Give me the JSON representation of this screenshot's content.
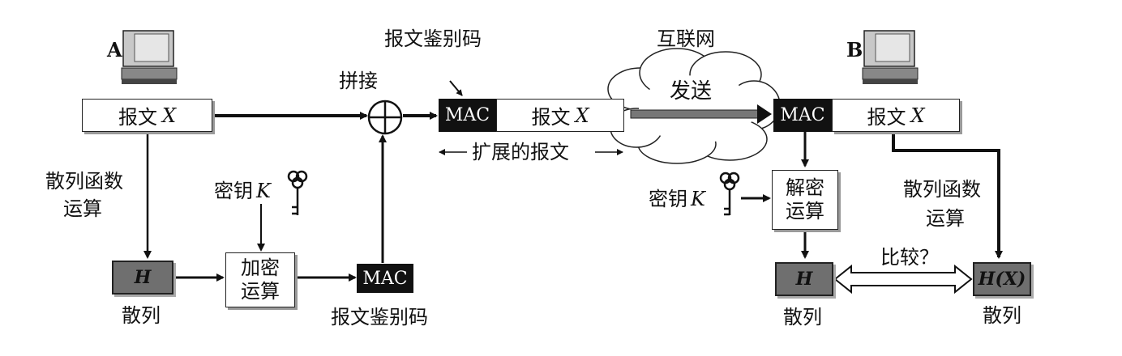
{
  "sender": {
    "name": "A",
    "message": "报文",
    "message_var": "X",
    "hash_op_line1": "散列函数",
    "hash_op_line2": "运算",
    "hash": "H",
    "hash_label": "散列",
    "key_label": "密钥",
    "key_var": "K",
    "encrypt_line1": "加密",
    "encrypt_line2": "运算",
    "mac": "MAC",
    "mac_label": "报文鉴别码"
  },
  "concat": {
    "label": "拼接"
  },
  "extended": {
    "mac_label": "报文鉴别码",
    "mac": "MAC",
    "message": "报文",
    "message_var": "X",
    "caption": "扩展的报文"
  },
  "network": {
    "label": "互联网",
    "send": "发送"
  },
  "receiver": {
    "name": "B",
    "mac": "MAC",
    "message": "报文",
    "message_var": "X",
    "key_label": "密钥",
    "key_var": "K",
    "decrypt_line1": "解密",
    "decrypt_line2": "运算",
    "hash_op_line1": "散列函数",
    "hash_op_line2": "运算",
    "hash_left": "H",
    "hash_right": "H(X)",
    "hash_label_left": "散列",
    "hash_label_right": "散列",
    "compare": "比较？"
  }
}
